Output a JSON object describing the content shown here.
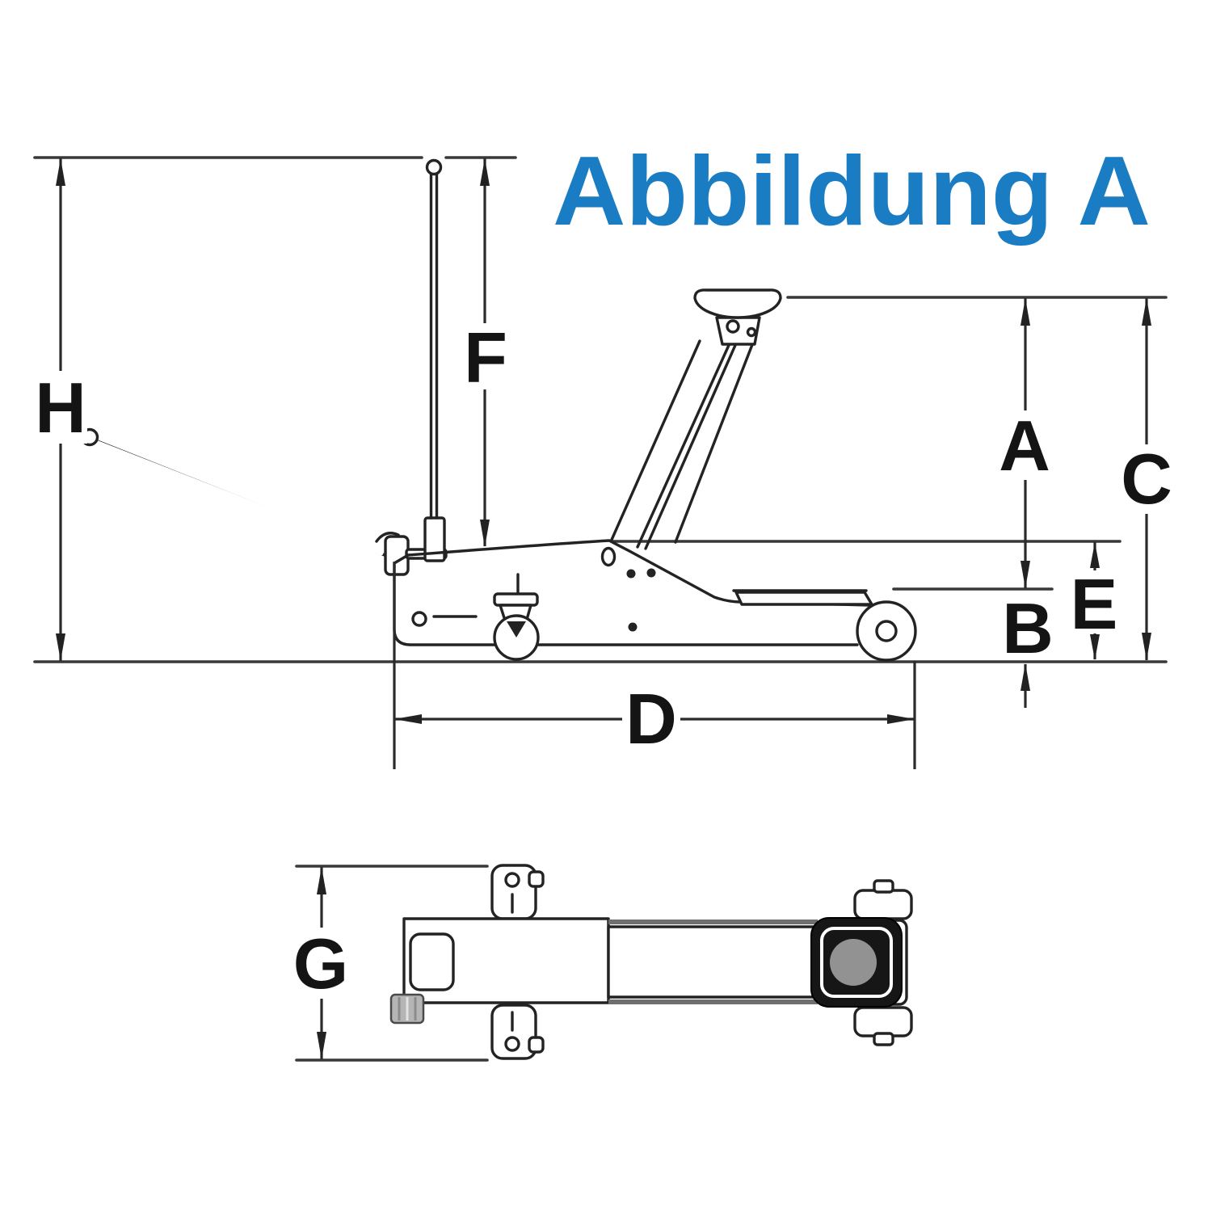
{
  "title": "Abbildung A",
  "colors": {
    "title_blue": "#1a7dc4",
    "ink": "#232323"
  },
  "dims": {
    "A": "A",
    "B": "B",
    "C": "C",
    "D": "D",
    "E": "E",
    "F": "F",
    "G": "G",
    "H": "H"
  }
}
